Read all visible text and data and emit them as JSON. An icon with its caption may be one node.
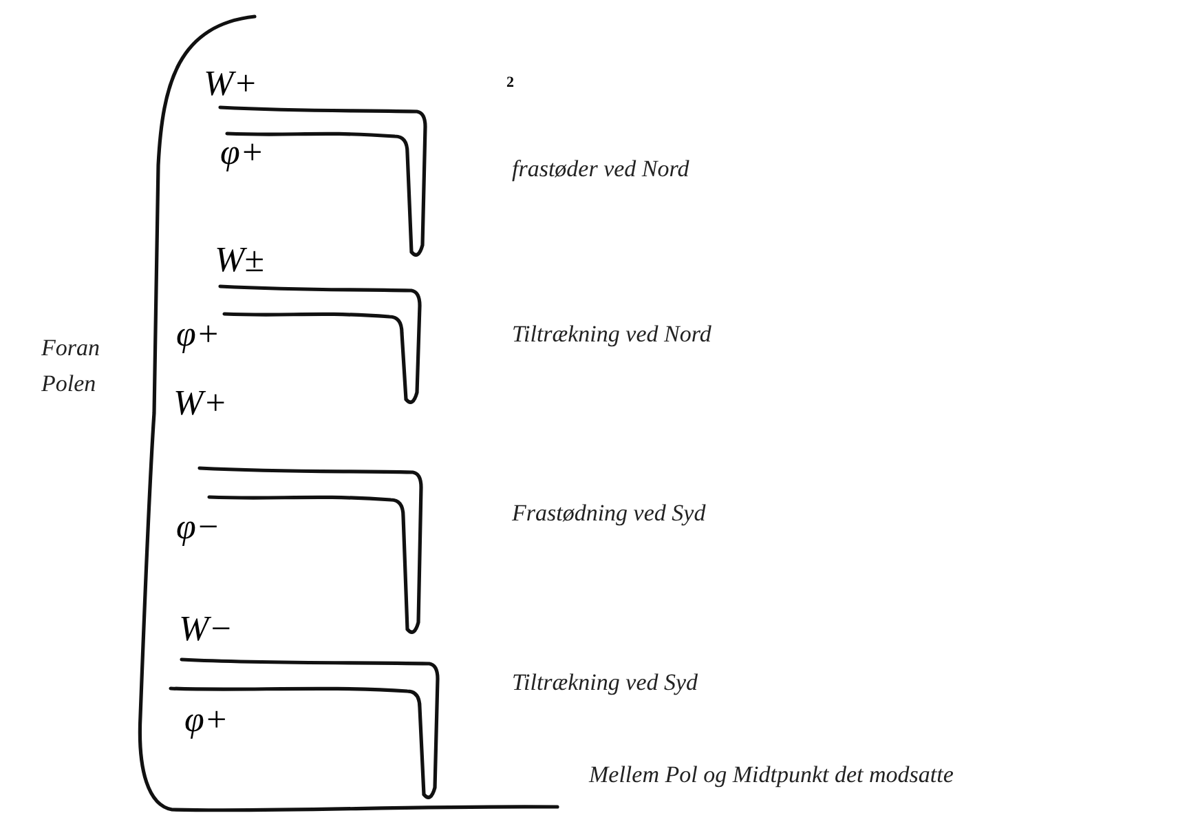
{
  "diagram": {
    "labels": [
      "W+",
      "2",
      "φ+",
      "frastøder ved Nord",
      "W±",
      "φ+",
      "Tiltrækning ved Nord",
      "Foran Polen",
      "W+",
      "Frastødning ved Syd",
      "φ−",
      "W−",
      "Tiltrækning ved Syd",
      "φ+",
      "Mellem Pol og Midtpunkt det modsatte"
    ]
  }
}
